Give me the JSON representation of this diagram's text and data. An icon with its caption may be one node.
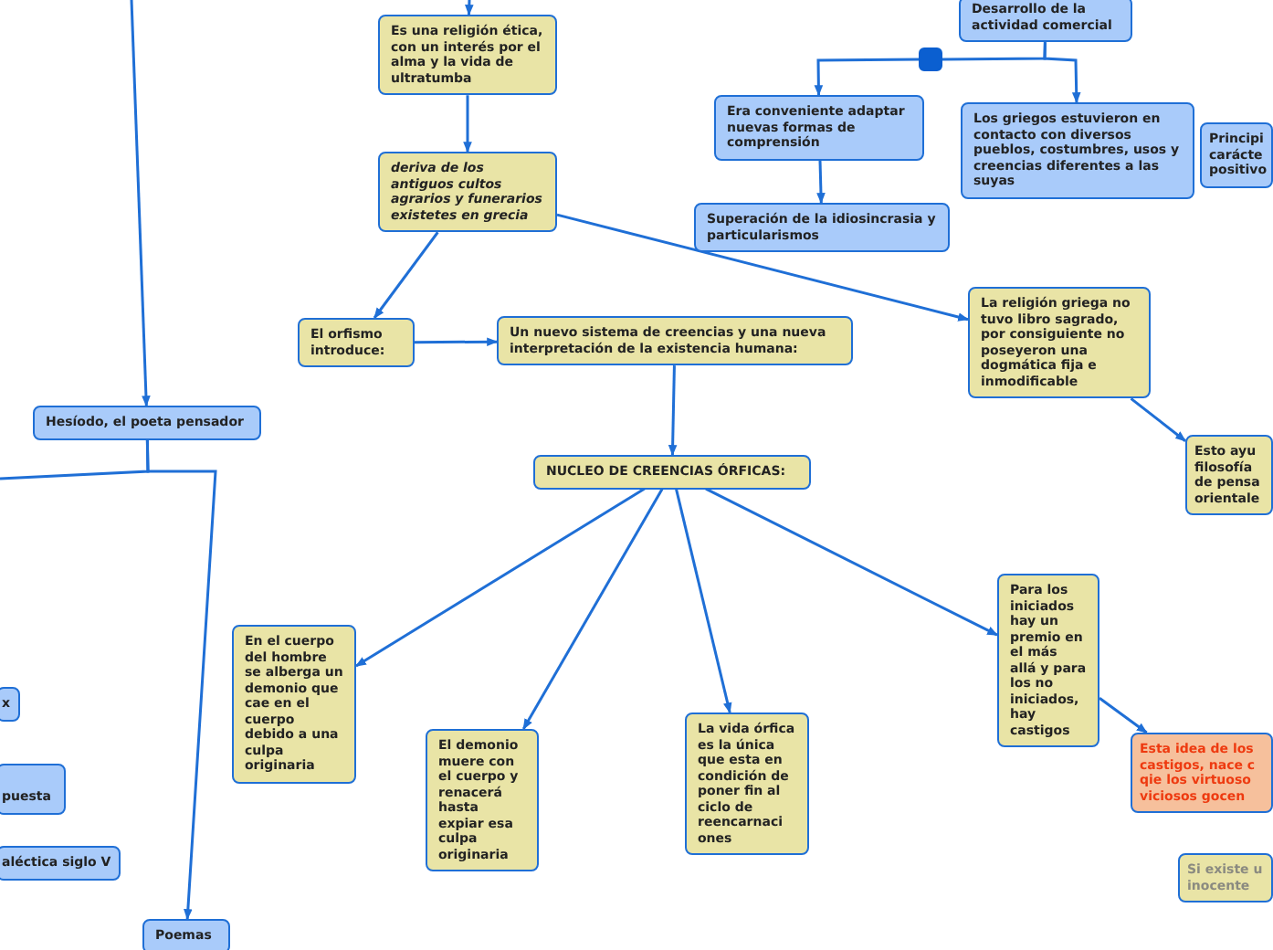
{
  "diagram": {
    "nodes": [
      {
        "text": [
          "Desarrollo de la actividad comercial"
        ]
      },
      {
        "text": [
          "Es una religión ética, con un interés por el alma y la vida de ultratumba"
        ]
      },
      {
        "text": [
          "deriva de los antiguos cultos agrarios y funerarios existetes en grecia"
        ]
      },
      {
        "text": [
          "Era conveniente adaptar nuevas formas de comprensión"
        ]
      },
      {
        "text": [
          "Los griegos estuvieron en contacto con diversos pueblos, costumbres, usos y creencias diferentes a las suyas"
        ]
      },
      {
        "text": [
          "Principi carácte positivo"
        ]
      },
      {
        "text": [
          "Superación de la idiosincrasia y particularismos"
        ]
      },
      {
        "text": [
          "El orfismo introduce:"
        ]
      },
      {
        "text": [
          "Un nuevo sistema de creencias y una nueva interpretación de la existencia humana:"
        ]
      },
      {
        "text": [
          "La religión griega no tuvo libro sagrado, por consiguiente no poseyeron una dogmática fija e inmodificable"
        ]
      },
      {
        "text": [
          "Hesíodo, el poeta pensador"
        ]
      },
      {
        "text": [
          "Esto ayu filosofía de pensa orientale"
        ]
      },
      {
        "text": [
          "NUCLEO DE CREENCIAS ÓRFICAS:"
        ]
      },
      {
        "text": [
          "x"
        ]
      },
      {
        "text": [
          "En el cuerpo del hombre se alberga un demonio que cae en el cuerpo debido a una culpa originaria"
        ]
      },
      {
        "text": [
          "Para los iniciados hay un premio en el más allá y para los no iniciados, hay castigos"
        ]
      },
      {
        "text": [
          "El demonio muere con el cuerpo y renacerá hasta expiar esa culpa originaria"
        ]
      },
      {
        "text": [
          "La vida órfica es la única que esta en condición de poner fin al ciclo de reencarnaci ones"
        ]
      },
      {
        "text": [
          "puesta"
        ]
      },
      {
        "text": [
          "Esta idea de los castigos, nace c qie los virtuoso viciosos gocen"
        ]
      },
      {
        "text": [
          "aléctica siglo V"
        ]
      },
      {
        "text": [
          "Si existe u inocente"
        ]
      },
      {
        "text": [
          "Poemas"
        ]
      },
      {
        "text": [],
        "shape": "box"
      }
    ],
    "edges": [
      {
        "from": null,
        "to": 1,
        "arrow": "to"
      },
      {
        "from": 1,
        "to": 2,
        "arrow": "to"
      },
      {
        "from": 2,
        "to": 7,
        "arrow": "to"
      },
      {
        "from": 2,
        "to": 9,
        "arrow": "to"
      },
      {
        "from": 7,
        "to": 8,
        "arrow": "to"
      },
      {
        "from": 8,
        "to": 12,
        "arrow": "to"
      },
      {
        "from": 12,
        "to": 14,
        "arrow": "to"
      },
      {
        "from": 12,
        "to": 16,
        "arrow": "to"
      },
      {
        "from": 12,
        "to": 17,
        "arrow": "to"
      },
      {
        "from": 12,
        "to": 15,
        "arrow": "to"
      },
      {
        "from": 15,
        "to": 19,
        "arrow": "to"
      },
      {
        "from": 9,
        "to": 11,
        "arrow": "to"
      },
      {
        "from": 0,
        "to": 23,
        "arrow": "none"
      },
      {
        "from": 23,
        "to": 3,
        "arrow": "to"
      },
      {
        "from": 0,
        "to": 4,
        "arrow": "to"
      },
      {
        "from": 3,
        "to": 6,
        "arrow": "to"
      },
      {
        "from": null,
        "to": 10,
        "arrow": "to"
      },
      {
        "from": 10,
        "to": 22,
        "arrow": "to"
      },
      {
        "from": 10,
        "to": null,
        "arrow": "none"
      }
    ]
  }
}
